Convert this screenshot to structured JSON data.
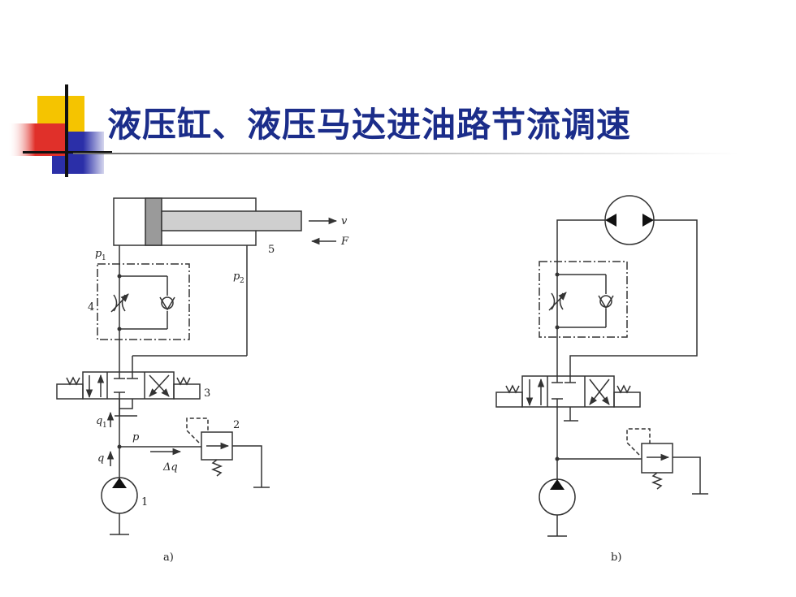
{
  "slide": {
    "title": "液压缸、液压马达进油路节流调速"
  },
  "diagram_a": {
    "caption": "a)",
    "labels": {
      "v": "v",
      "F": "F",
      "p1_base": "p",
      "p1_sub": "1",
      "p2_base": "p",
      "p2_sub": "2",
      "num5": "5",
      "num4": "4",
      "num3": "3",
      "num2": "2",
      "num1": "1",
      "q1_base": "q",
      "q1_sub": "1",
      "q": "q",
      "p": "p",
      "dq": "Δq"
    }
  },
  "diagram_b": {
    "caption": "b)"
  },
  "colors": {
    "title": "#1b2d8a",
    "line": "#333333",
    "deco_yellow": "#f5c400",
    "deco_red": "#e0302a",
    "deco_blue": "#2b2fa8"
  }
}
